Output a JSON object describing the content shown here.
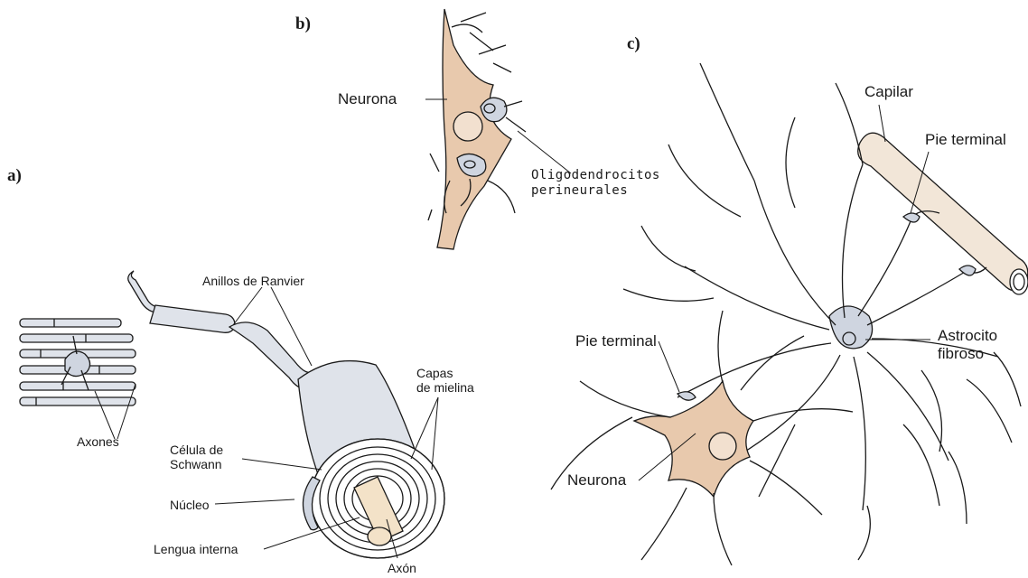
{
  "panels": {
    "a": {
      "letter": "a)",
      "labels": {
        "axones": "Axones",
        "anillos_ranvier": "Anillos de Ranvier",
        "capas_mielina_1": "Capas",
        "capas_mielina_2": "de mielina",
        "celula_schwann_1": "Célula de",
        "celula_schwann_2": "Schwann",
        "nucleo": "Núcleo",
        "lengua_interna": "Lengua interna",
        "axon": "Axón"
      }
    },
    "b": {
      "letter": "b)",
      "labels": {
        "neurona": "Neurona",
        "oligo_1": "Oligodendrocitos",
        "oligo_2": "perineurales"
      }
    },
    "c": {
      "letter": "c)",
      "labels": {
        "capilar": "Capilar",
        "pie_terminal_top": "Pie terminal",
        "pie_terminal_left": "Pie terminal",
        "astrocito_1": "Astrocito",
        "astrocito_2": "fibroso",
        "neurona": "Neurona"
      }
    }
  },
  "colors": {
    "neuron_fill": "#e8c9ad",
    "glia_fill": "#cfd5e0",
    "myelin_fill": "#dfe3ea",
    "axon_fill": "#f3e2c8",
    "ink": "#1a1a1a"
  }
}
